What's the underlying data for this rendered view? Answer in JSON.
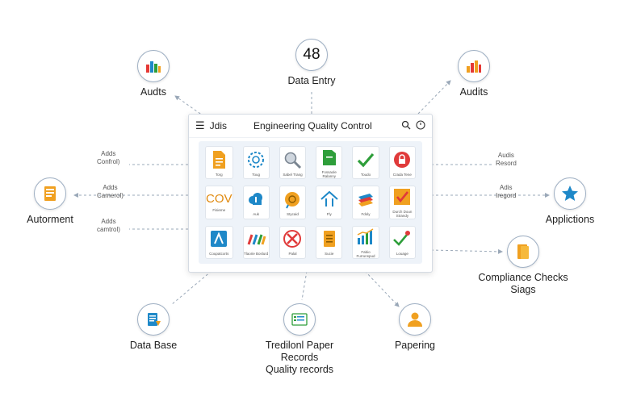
{
  "center_panel": {
    "menu_icon": "hamburger-icon",
    "brand": "Jdis",
    "title": "Engineering Quality Control",
    "search_icon": "search-icon",
    "clock_icon": "clock-icon",
    "tiles": [
      {
        "icon": "document-icon",
        "label": "Torg"
      },
      {
        "icon": "gear-icon",
        "label": "Toug"
      },
      {
        "icon": "magnifier-icon",
        "label": "Sabel Trang"
      },
      {
        "icon": "folder-icon",
        "label": "Fossaole Ralanny"
      },
      {
        "icon": "checkmark-icon",
        "label": "Toudo"
      },
      {
        "icon": "lock-icon",
        "label": "Crada Tene"
      },
      {
        "text": "COV",
        "label": "Fisieme"
      },
      {
        "icon": "cloud-icon",
        "label": "Auk"
      },
      {
        "icon": "medal-icon",
        "label": "Stycaid"
      },
      {
        "icon": "house-icon",
        "label": "Fly"
      },
      {
        "icon": "stack-icon",
        "label": "Fdoly"
      },
      {
        "icon": "check-box-icon",
        "label": "Durch Doun Strandy"
      },
      {
        "icon": "text-a-icon",
        "label": "Coupatcorts"
      },
      {
        "icon": "bars-icon",
        "label": "Tlaorie Boslurd"
      },
      {
        "icon": "x-icon",
        "label": "Palal"
      },
      {
        "icon": "notepad-icon",
        "label": "Sucie"
      },
      {
        "icon": "bar-chart-icon",
        "label": "Fabio Furrunspud"
      },
      {
        "icon": "check-pin-icon",
        "label": "Louage"
      }
    ]
  },
  "nodes": {
    "top_left": {
      "label": "Audts",
      "icon": "bar-chart-icon"
    },
    "top_center": {
      "count": "48",
      "label": "Data Entry"
    },
    "top_right": {
      "label": "Audits",
      "icon": "bar-chart-icon"
    },
    "left": {
      "label": "Autorment",
      "icon": "document-icon"
    },
    "right": {
      "label": "Applictions",
      "icon": "star-icon"
    },
    "right_lower": {
      "label_line1": "Compliance Checks",
      "label_line2": "Siags",
      "icon": "folder-icon"
    },
    "bottom_left": {
      "label": "Data Base",
      "icon": "clipboard-icon"
    },
    "bottom_center": {
      "label_line1": "Tredilonl Paper",
      "label_line2": "Records",
      "label_line3": "Quality records",
      "icon": "form-icon"
    },
    "bottom_right": {
      "label": "Papering",
      "icon": "person-icon"
    }
  },
  "side_labels": {
    "left_1": [
      "Adds",
      "Confrol)"
    ],
    "left_2": [
      "Adds",
      "Camerol)"
    ],
    "left_3": [
      "Adds",
      "camtrol)"
    ],
    "right_1": [
      "Audis",
      "Resord"
    ],
    "right_2": [
      "Adis",
      "Iregord"
    ]
  },
  "colors": {
    "accent_blue": "#1e88c8",
    "orange": "#f0a020",
    "green": "#2e9e3a",
    "red": "#e03a3a",
    "line": "#9aa8b8"
  }
}
